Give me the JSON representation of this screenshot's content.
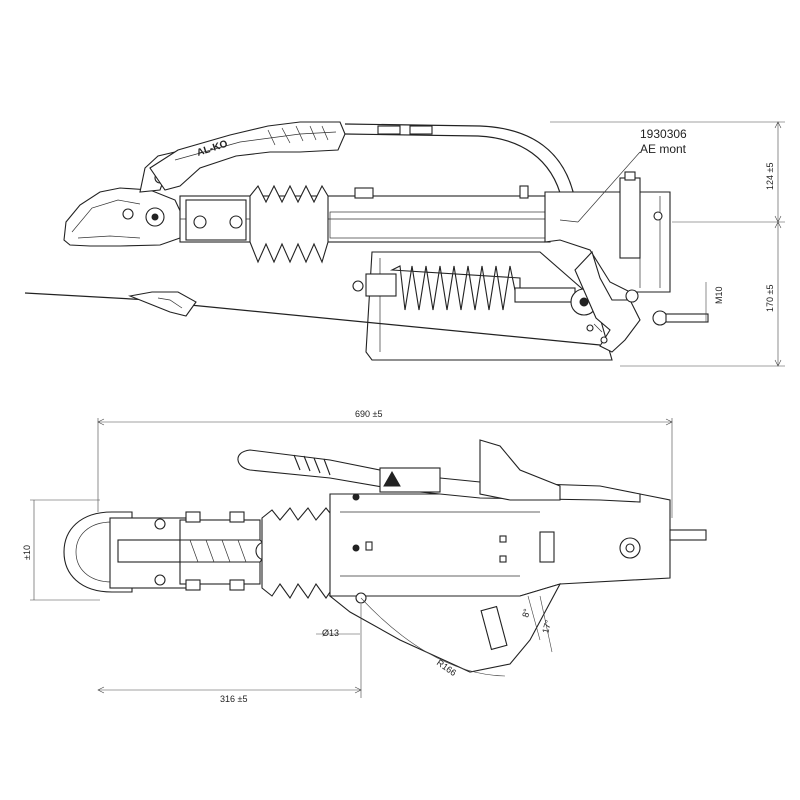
{
  "part": {
    "number": "1930306",
    "mount": "AE mont",
    "brand": "AL-KO"
  },
  "dimensions": {
    "overall_length": "690 ±5",
    "height_upper": "124 ±5",
    "height_lower": "170 ±5",
    "thread": "M10",
    "hole_diameter": "Ø13",
    "radius": "R166",
    "angle_inner": "8°",
    "angle_outer": "17°",
    "offset_length": "316 ±5",
    "side_partial": "±10"
  },
  "icons": [
    "overrun-hitch-side-view",
    "overrun-hitch-top-view",
    "handbrake-lever",
    "brake-cable",
    "gas-spring",
    "bellows"
  ]
}
